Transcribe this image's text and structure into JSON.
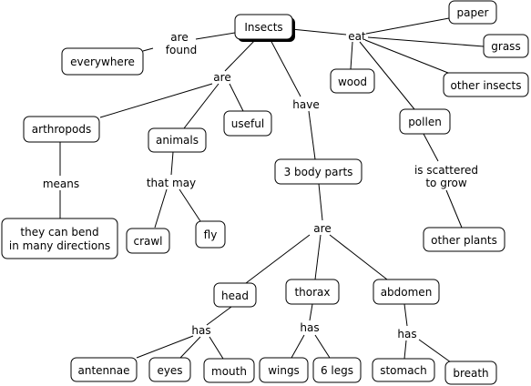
{
  "concepts": {
    "insects": "Insects",
    "paper": "paper",
    "grass": "grass",
    "other_insects": "other insects",
    "wood": "wood",
    "everywhere": "everywhere",
    "arthropods": "arthropods",
    "animals": "animals",
    "useful": "useful",
    "pollen": "pollen",
    "three_body_parts": "3 body parts",
    "bend_line1": "they can bend",
    "bend_line2": "in many directions",
    "crawl": "crawl",
    "fly": "fly",
    "other_plants": "other plants",
    "head": "head",
    "thorax": "thorax",
    "abdomen": "abdomen",
    "antennae": "antennae",
    "eyes": "eyes",
    "mouth": "mouth",
    "wings": "wings",
    "six_legs": "6 legs",
    "stomach": "stomach",
    "breath": "breath"
  },
  "links": {
    "are_found_line1": "are",
    "are_found_line2": "found",
    "eat": "eat",
    "are_top": "are",
    "have": "have",
    "means": "means",
    "that_may": "that may",
    "scattered_line1": "is scattered",
    "scattered_line2": "to grow",
    "are_parts": "are",
    "has_head": "has",
    "has_thorax": "has",
    "has_abdomen": "has"
  }
}
